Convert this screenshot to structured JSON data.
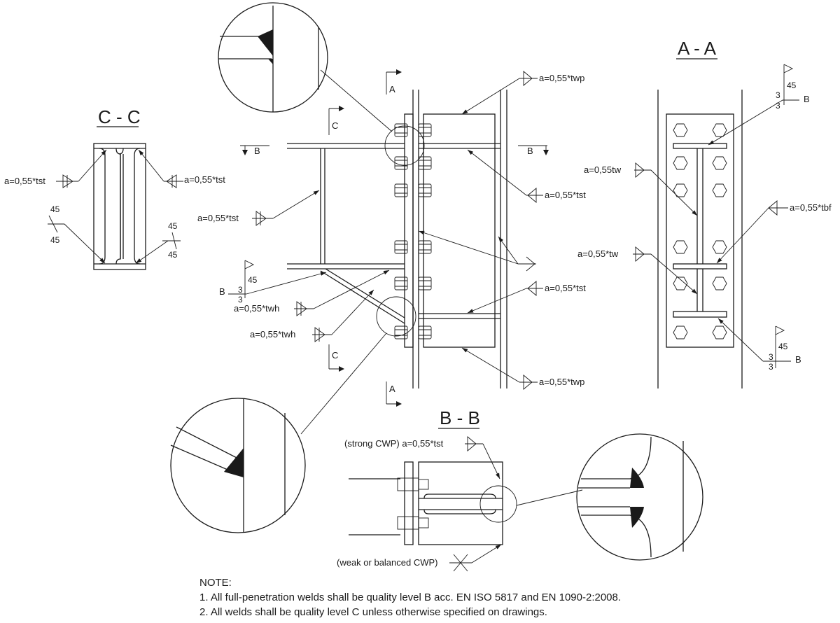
{
  "sections": {
    "cc": "C - C",
    "aa": "A - A",
    "bb": "B - B"
  },
  "cut_marks": {
    "a": "A",
    "b": "B",
    "c": "C"
  },
  "welds": {
    "twp": "a=0,55*twp",
    "tst": "a=0,55*tst",
    "twh": "a=0,55*twh",
    "tw_compact": "a=0,55tw",
    "tw": "a=0,55*tw",
    "tbf": "a=0,55*tbf",
    "strong": "(strong CWP) a=0,55*tst",
    "weak": "(weak or balanced CWP)",
    "angle": "45",
    "depth": "3"
  },
  "notes": {
    "heading": "NOTE:",
    "line1": "1. All full-penetration welds shall be quality level B acc. EN ISO 5817 and EN 1090-2:2008.",
    "line2": "2. All welds shall be quality level C unless otherwise specified on drawings."
  }
}
